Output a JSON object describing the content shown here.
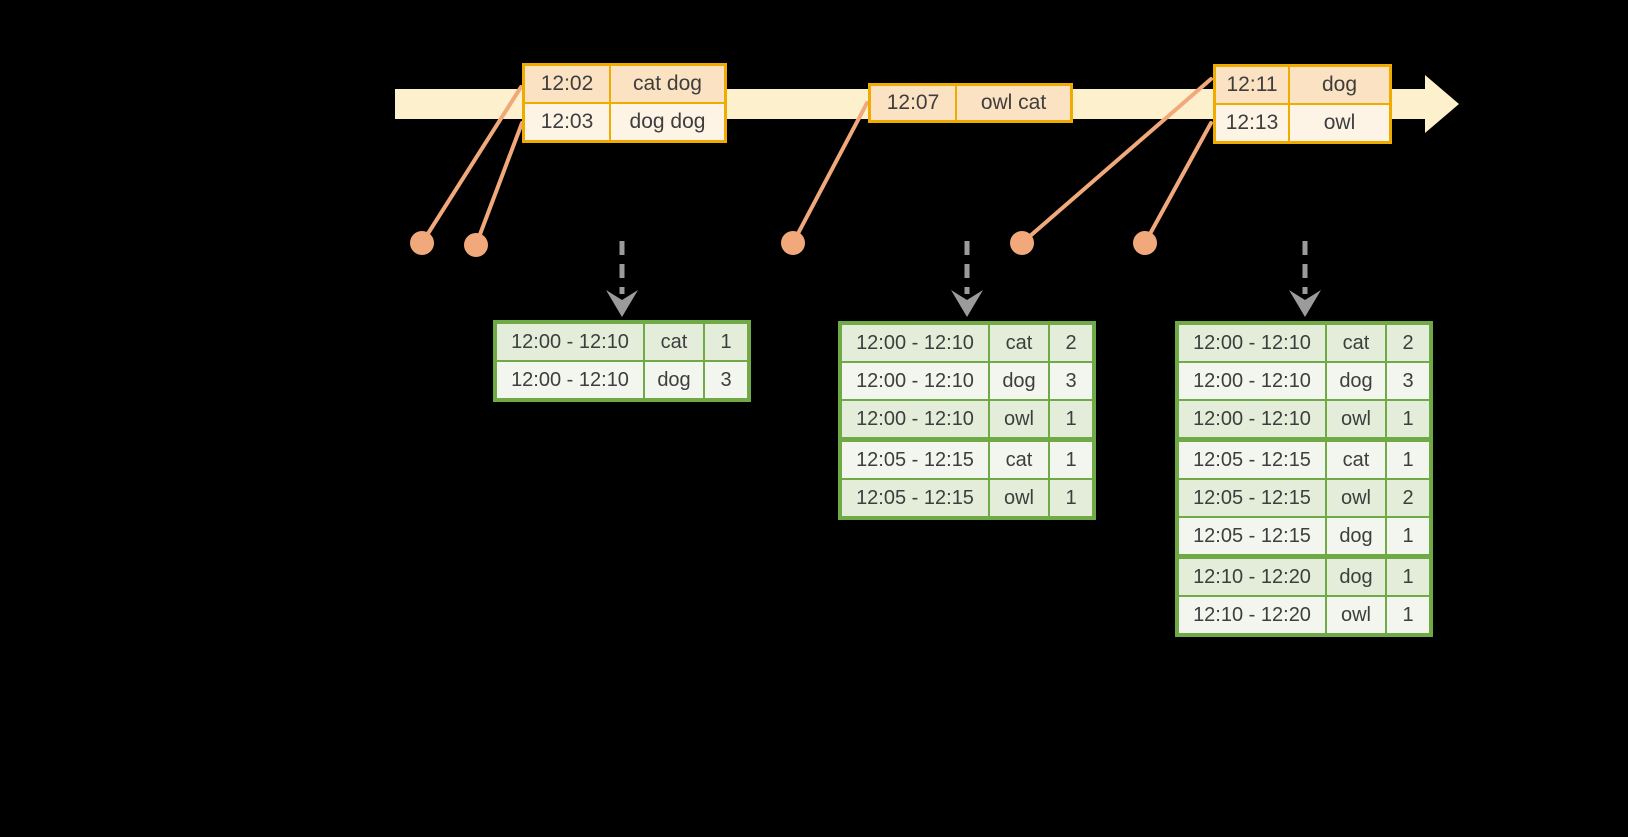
{
  "diagram": {
    "background_color": "#000000",
    "colors": {
      "timeline_fill": "#FDF1CD",
      "event_table_border": "#F0AB00",
      "event_row_dark": "#FBE2C2",
      "event_row_light": "#FDF4E6",
      "connector_salmon": "#F1A97C",
      "trigger_gray": "#9B9B9B",
      "result_table_border": "#6FAA46",
      "result_row_dark": "#E3EDD9",
      "result_row_light": "#F2F6EE",
      "text": "#3E3E3E"
    },
    "icons": {
      "timeline_arrow": "right-arrow",
      "trigger_arrow": "down-arrow-dashed",
      "event_dot": "circle"
    },
    "timeline": {
      "event_tables": [
        {
          "rows": [
            {
              "time": "12:02",
              "words": "cat dog"
            },
            {
              "time": "12:03",
              "words": "dog dog"
            }
          ]
        },
        {
          "rows": [
            {
              "time": "12:07",
              "words": "owl cat"
            }
          ]
        },
        {
          "rows": [
            {
              "time": "12:11",
              "words": "dog"
            },
            {
              "time": "12:13",
              "words": "owl"
            }
          ]
        }
      ]
    },
    "result_tables": [
      {
        "rows": [
          {
            "window": "12:00 - 12:10",
            "word": "cat",
            "count": "1"
          },
          {
            "window": "12:00 - 12:10",
            "word": "dog",
            "count": "3"
          }
        ]
      },
      {
        "group_starts": [
          3
        ],
        "rows": [
          {
            "window": "12:00 - 12:10",
            "word": "cat",
            "count": "2"
          },
          {
            "window": "12:00 - 12:10",
            "word": "dog",
            "count": "3"
          },
          {
            "window": "12:00 - 12:10",
            "word": "owl",
            "count": "1"
          },
          {
            "window": "12:05 - 12:15",
            "word": "cat",
            "count": "1"
          },
          {
            "window": "12:05 - 12:15",
            "word": "owl",
            "count": "1"
          }
        ]
      },
      {
        "group_starts": [
          3,
          6
        ],
        "rows": [
          {
            "window": "12:00 - 12:10",
            "word": "cat",
            "count": "2"
          },
          {
            "window": "12:00 - 12:10",
            "word": "dog",
            "count": "3"
          },
          {
            "window": "12:00 - 12:10",
            "word": "owl",
            "count": "1"
          },
          {
            "window": "12:05 - 12:15",
            "word": "cat",
            "count": "1"
          },
          {
            "window": "12:05 - 12:15",
            "word": "owl",
            "count": "2"
          },
          {
            "window": "12:05 - 12:15",
            "word": "dog",
            "count": "1"
          },
          {
            "window": "12:10 - 12:20",
            "word": "dog",
            "count": "1"
          },
          {
            "window": "12:10 - 12:20",
            "word": "owl",
            "count": "1"
          }
        ]
      }
    ]
  }
}
